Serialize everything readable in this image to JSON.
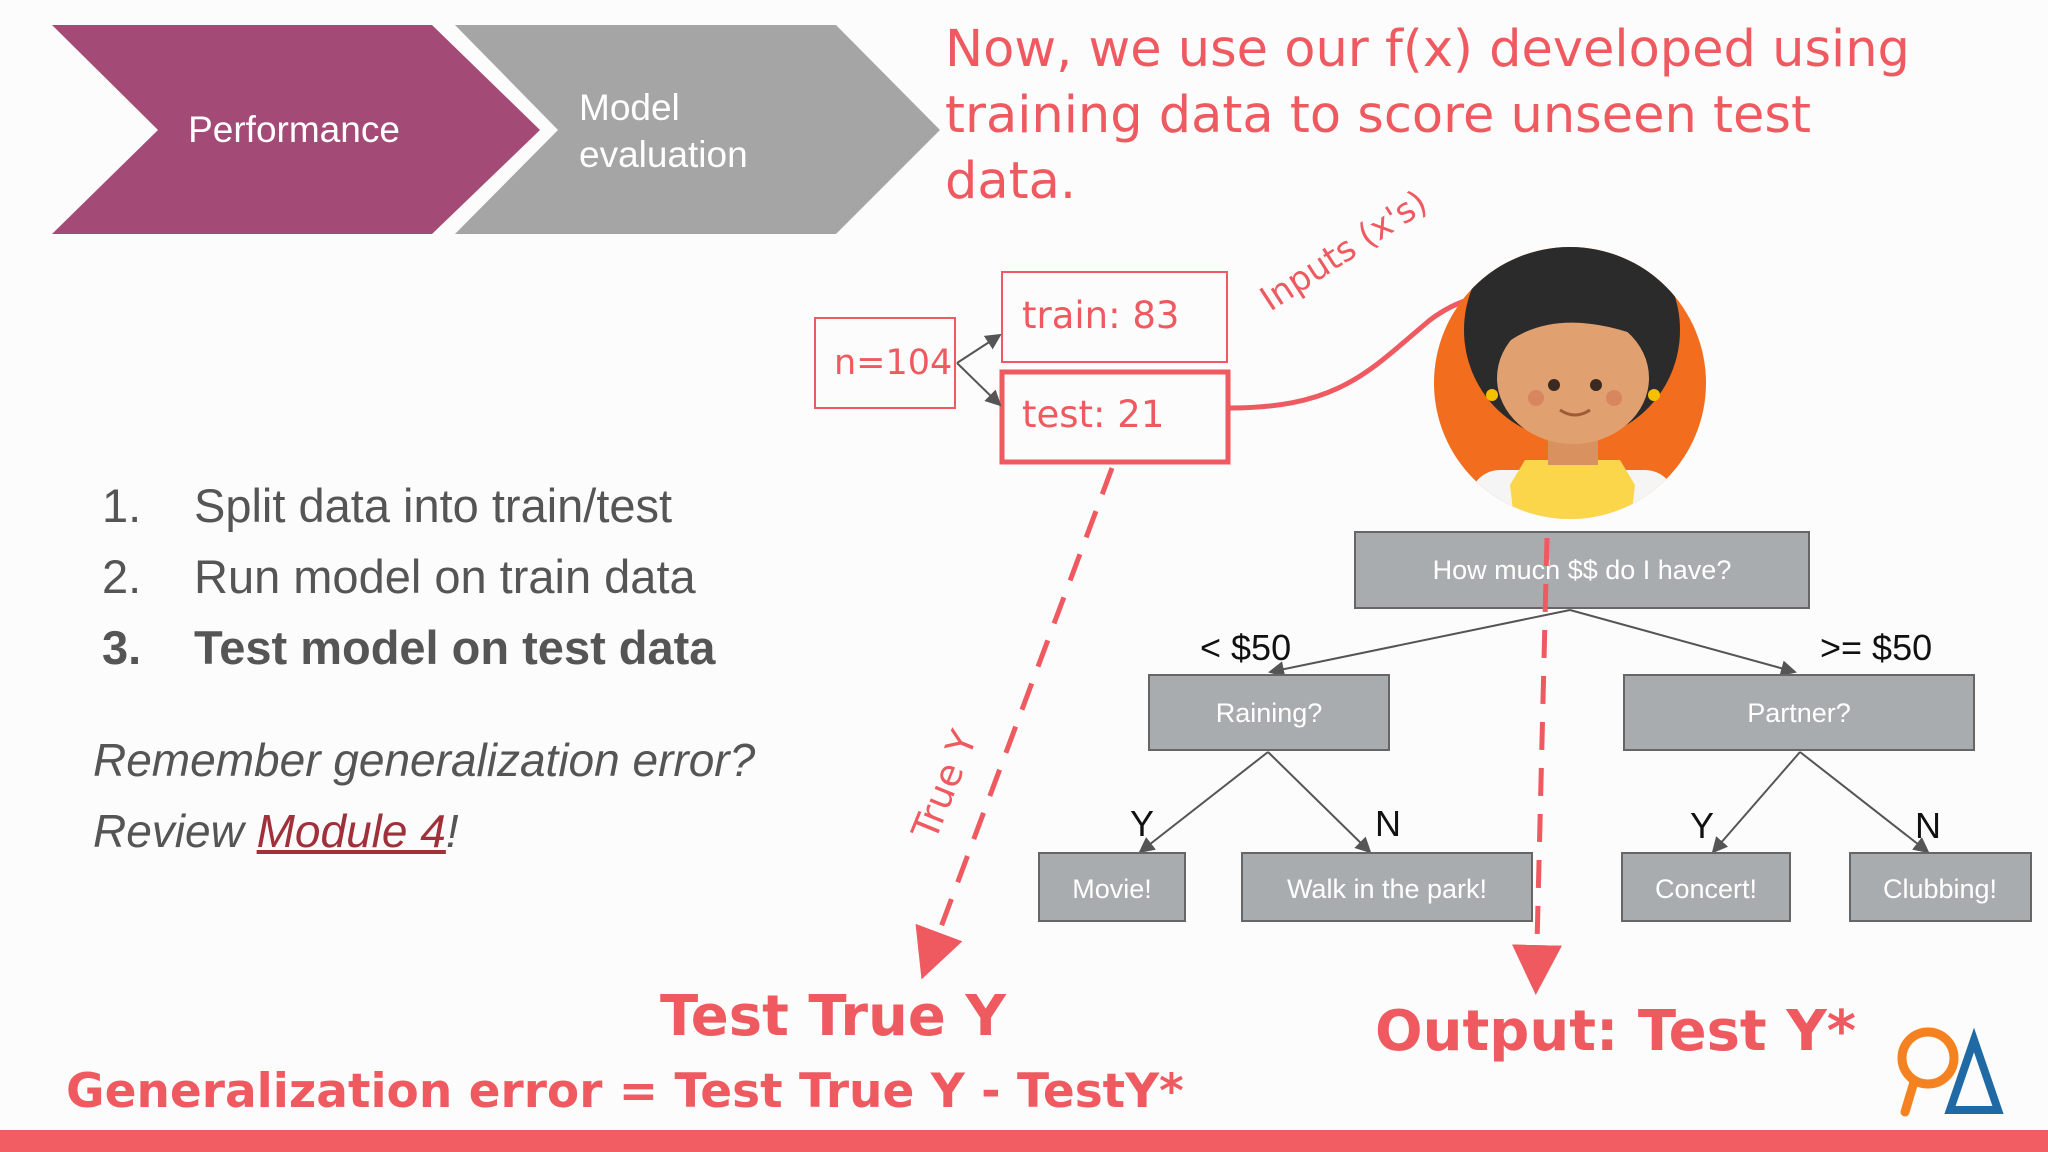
{
  "header": {
    "chevron_1": "Performance",
    "chevron_2_line1": "Model",
    "chevron_2_line2": "evaluation"
  },
  "annotation": {
    "line1": "Now, we use our f(x) developed using",
    "line2": "training data to score unseen test",
    "line3": "data.",
    "inputs_label": "Inputs (x's)",
    "true_y_label": "True Y",
    "test_true_y": "Test True Y",
    "output": "Output: Test Y*",
    "generalization": "Generalization error = Test True Y - TestY*"
  },
  "split": {
    "total": "n=104",
    "train": "train: 83",
    "test": "test: 21"
  },
  "steps": [
    {
      "num": "1.",
      "text": "Split data into train/test"
    },
    {
      "num": "2.",
      "text": "Run model on train data"
    },
    {
      "num": "3.",
      "text": "Test model on test data"
    }
  ],
  "remember": {
    "line1": "Remember generalization error?",
    "review_prefix": "Review ",
    "link": "Module 4",
    "suffix": "!"
  },
  "tree": {
    "root": "How much $$ do I have?",
    "left_edge": "< $50",
    "right_edge": ">= $50",
    "left_node": "Raining?",
    "right_node": "Partner?",
    "y1": "Y",
    "n1": "N",
    "y2": "Y",
    "n2": "N",
    "leaf1": "Movie!",
    "leaf2": "Walk in the park!",
    "leaf3": "Concert!",
    "leaf4": "Clubbing!"
  },
  "colors": {
    "chevron_1": "#a44a76",
    "chevron_2": "#a5a5a5",
    "annotation": "#ee5a60",
    "footer_bar": "#f15d62",
    "avatar_bg": "#f26d1d",
    "tree_box": "#a9acae"
  }
}
